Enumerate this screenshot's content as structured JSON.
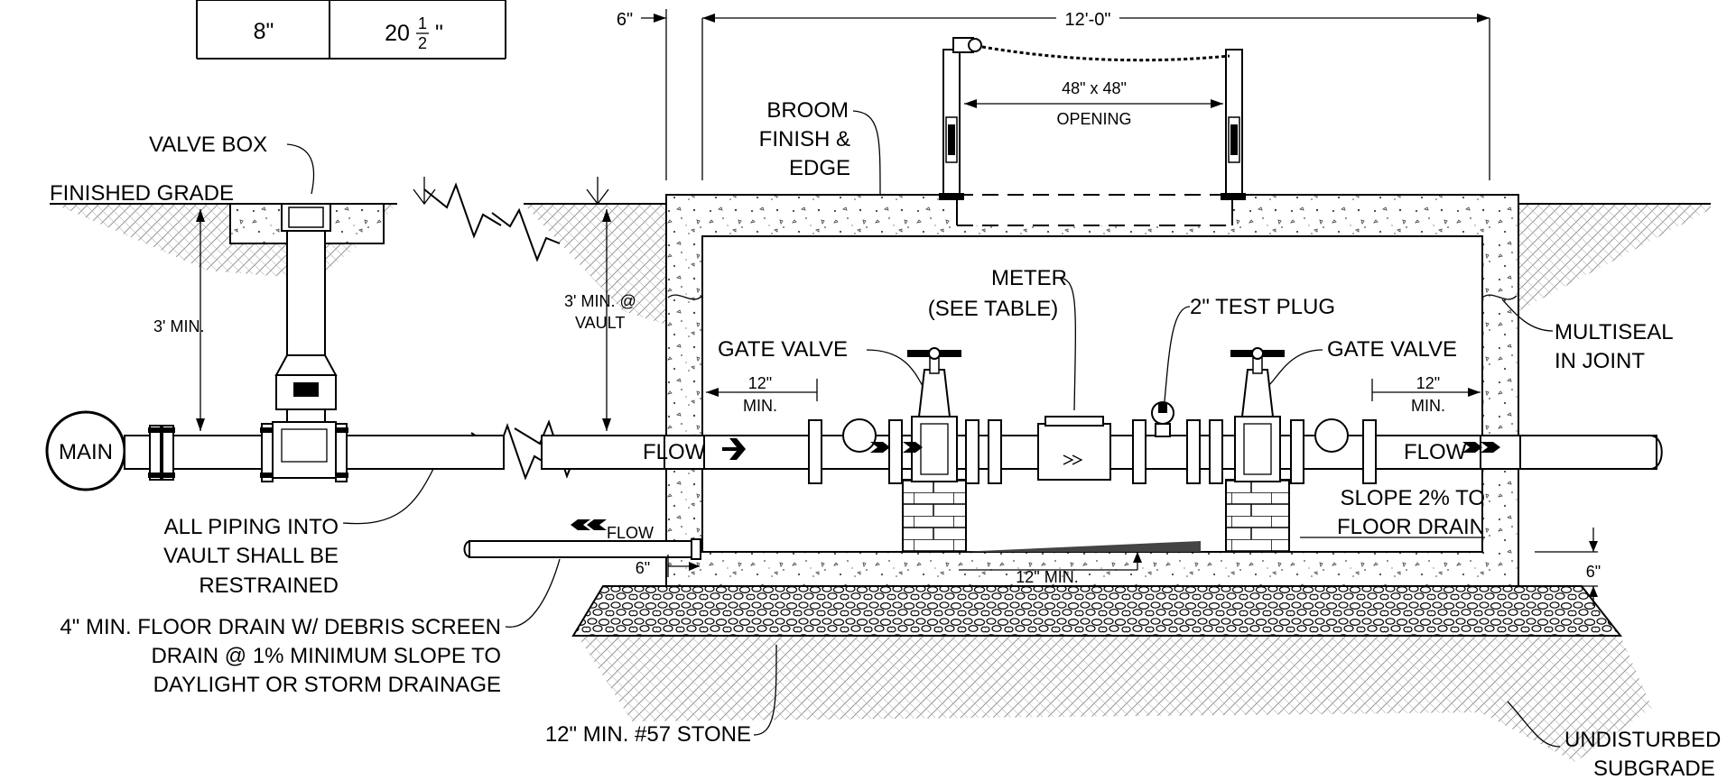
{
  "table": {
    "size": "8\"",
    "dim_whole": "20",
    "dim_num": "1",
    "dim_den": "2",
    "dim_unit": "\""
  },
  "labels": {
    "finished_grade": "FINISHED GRADE",
    "valve_box": "VALVE BOX",
    "min_3ft": "3' MIN.",
    "min_3ft_vault_1": "3' MIN. @",
    "min_3ft_vault_2": "VAULT",
    "main": "MAIN",
    "restrained_1": "ALL PIPING INTO",
    "restrained_2": "VAULT SHALL BE",
    "restrained_3": "RESTRAINED",
    "drain_1": "4\" MIN. FLOOR DRAIN W/ DEBRIS SCREEN",
    "drain_2": "DRAIN @ 1% MINIMUM SLOPE TO",
    "drain_3": "DAYLIGHT OR STORM DRAINAGE",
    "stone": "12\" MIN. #57 STONE",
    "subgrade_1": "UNDISTURBED",
    "subgrade_2": "SUBGRADE",
    "broom_1": "BROOM",
    "broom_2": "FINISH &",
    "broom_3": "EDGE",
    "opening_1": "48\" x 48\"",
    "opening_2": "OPENING",
    "width": "12'-0\"",
    "wall_6": "6\"",
    "meter_1": "METER",
    "meter_2": "(SEE TABLE)",
    "test_plug": "2\" TEST PLUG",
    "gate_valve_left": "GATE VALVE",
    "gate_valve_right": "GATE VALVE",
    "multiseal_1": "MULTISEAL",
    "multiseal_2": "IN JOINT",
    "min12_a1": "12\"",
    "min12_a2": "MIN.",
    "min12_b1": "12\"",
    "min12_b2": "MIN.",
    "flow_left": "FLOW",
    "flow_right": "FLOW",
    "flow_drain": "FLOW",
    "slope_1": "SLOPE 2% TO",
    "slope_2": "FLOOR DRAIN",
    "min12_floor": "12\" MIN.",
    "drain_6": "6\"",
    "floor_6": "6\""
  }
}
